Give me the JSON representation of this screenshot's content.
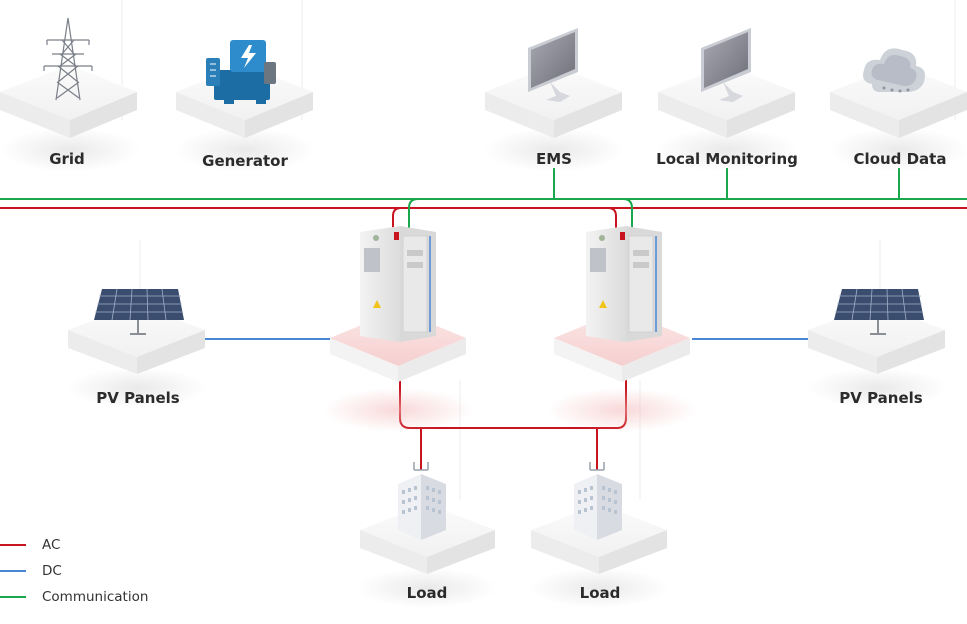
{
  "nodes": {
    "grid": {
      "label": "Grid"
    },
    "generator": {
      "label": "Generator"
    },
    "ems": {
      "label": "EMS"
    },
    "local_monitoring": {
      "label": "Local Monitoring"
    },
    "cloud_data": {
      "label": "Cloud Data"
    },
    "pv_left": {
      "label": "PV Panels"
    },
    "pv_right": {
      "label": "PV Panels"
    },
    "load_left": {
      "label": "Load"
    },
    "load_right": {
      "label": "Load"
    }
  },
  "legend": [
    {
      "label": "AC",
      "color": "#c8141e"
    },
    {
      "label": "DC",
      "color": "#4a86d6"
    },
    {
      "label": "Communication",
      "color": "#1aa64a"
    }
  ],
  "colors": {
    "ac": "#c8141e",
    "dc": "#4a86d6",
    "comm": "#1aa64a",
    "accent": "#d9343a"
  }
}
